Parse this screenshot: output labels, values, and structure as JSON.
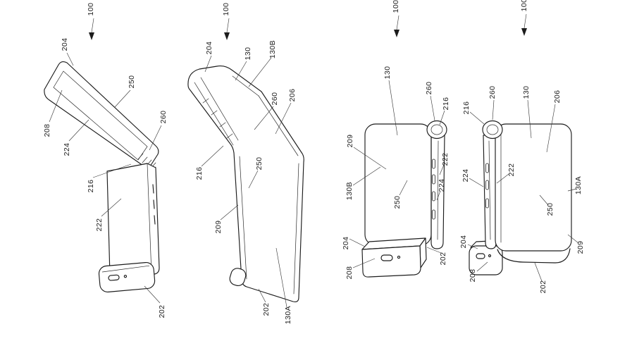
{
  "page": {
    "background": "#ffffff"
  },
  "style": {
    "line_color": "#1c1c1c",
    "leader_color": "#3a3a3a",
    "label_color": "#1d1d1d"
  },
  "figures": [
    {
      "name": "folded-open-perspective-view",
      "device_ref": "100",
      "labels": [
        "204",
        "250",
        "260",
        "208",
        "224",
        "216",
        "222",
        "202"
      ]
    },
    {
      "name": "partially-folded-front-view",
      "device_ref": "100",
      "labels": [
        "204",
        "130",
        "130B",
        "260",
        "206",
        "216",
        "250",
        "209",
        "202",
        "130A"
      ]
    },
    {
      "name": "unfolded-rear-view",
      "device_ref": "100",
      "labels": [
        "130",
        "260",
        "216",
        "209",
        "222",
        "224",
        "130B",
        "250",
        "204",
        "208",
        "202"
      ]
    },
    {
      "name": "unfolded-front-view",
      "device_ref": "100",
      "labels": [
        "216",
        "260",
        "130",
        "206",
        "224",
        "222",
        "130A",
        "250",
        "209",
        "204",
        "208",
        "202"
      ]
    }
  ]
}
